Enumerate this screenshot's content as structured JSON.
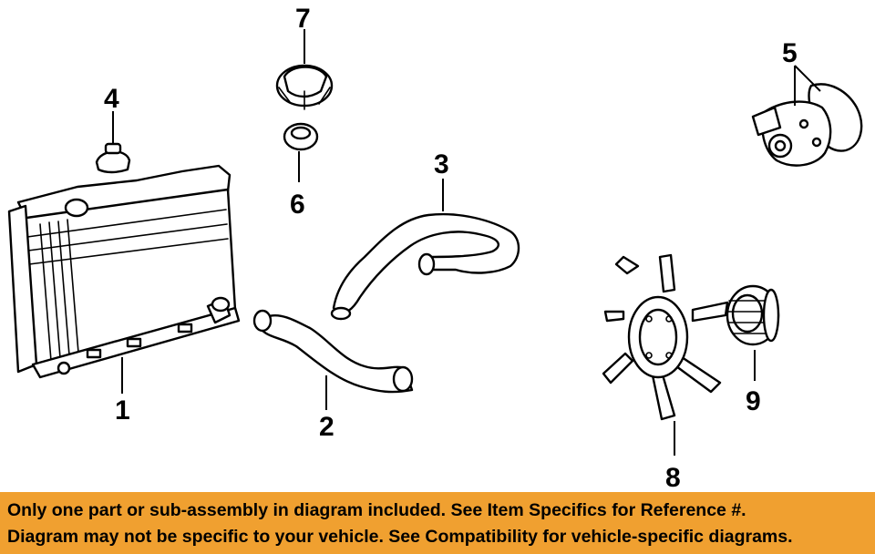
{
  "callouts": {
    "c1": "1",
    "c2": "2",
    "c3": "3",
    "c4": "4",
    "c5": "5",
    "c6": "6",
    "c7": "7",
    "c8": "8",
    "c9": "9"
  },
  "notice": {
    "line1": "Only one part or sub-assembly in diagram included. See Item Specifics for Reference #.",
    "line2": "Diagram may not be specific to your vehicle. See Compatibility for vehicle-specific diagrams."
  },
  "colors": {
    "banner": "#f0a030",
    "ink": "#000000"
  }
}
